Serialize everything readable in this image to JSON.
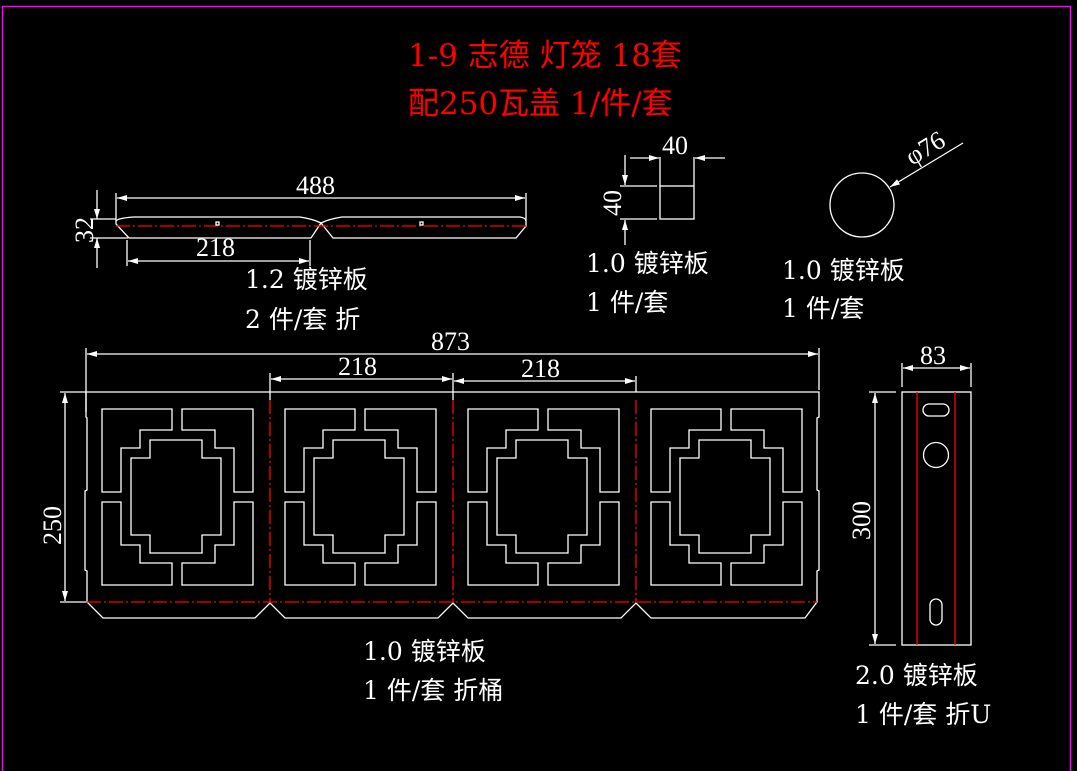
{
  "drawing": {
    "title_line1": "1-9 志德 灯笼 18套",
    "title_line2": "配250瓦盖 1/件/套",
    "colors": {
      "background": "#000000",
      "frame": "#ff00ff",
      "title": "#ff0000",
      "lines": "#ffffff",
      "fold_lines": "#ff0000"
    }
  },
  "parts": {
    "top_strip": {
      "dim_length": "488",
      "dim_height": "32",
      "dim_segment": "218",
      "label_line1": "1.2 镀锌板",
      "label_line2": "2 件/套 折"
    },
    "square_tube": {
      "dim_width": "40",
      "dim_height": "40",
      "label_line1": "1.0 镀锌板",
      "label_line2": "1 件/套"
    },
    "round_pipe": {
      "dim_diameter": "φ76",
      "label_line1": "1.0 镀锌板",
      "label_line2": "1 件/套"
    },
    "body_panel": {
      "dim_total": "873",
      "dim_segment_1": "218",
      "dim_segment_2": "218",
      "dim_height": "250",
      "panel_count": 4,
      "label_line1": "1.0 镀锌板",
      "label_line2": "1 件/套 折桶"
    },
    "u_bracket": {
      "dim_width": "83",
      "dim_height": "300",
      "label_line1": "2.0 镀锌板",
      "label_line2": "1 件/套 折U"
    }
  }
}
